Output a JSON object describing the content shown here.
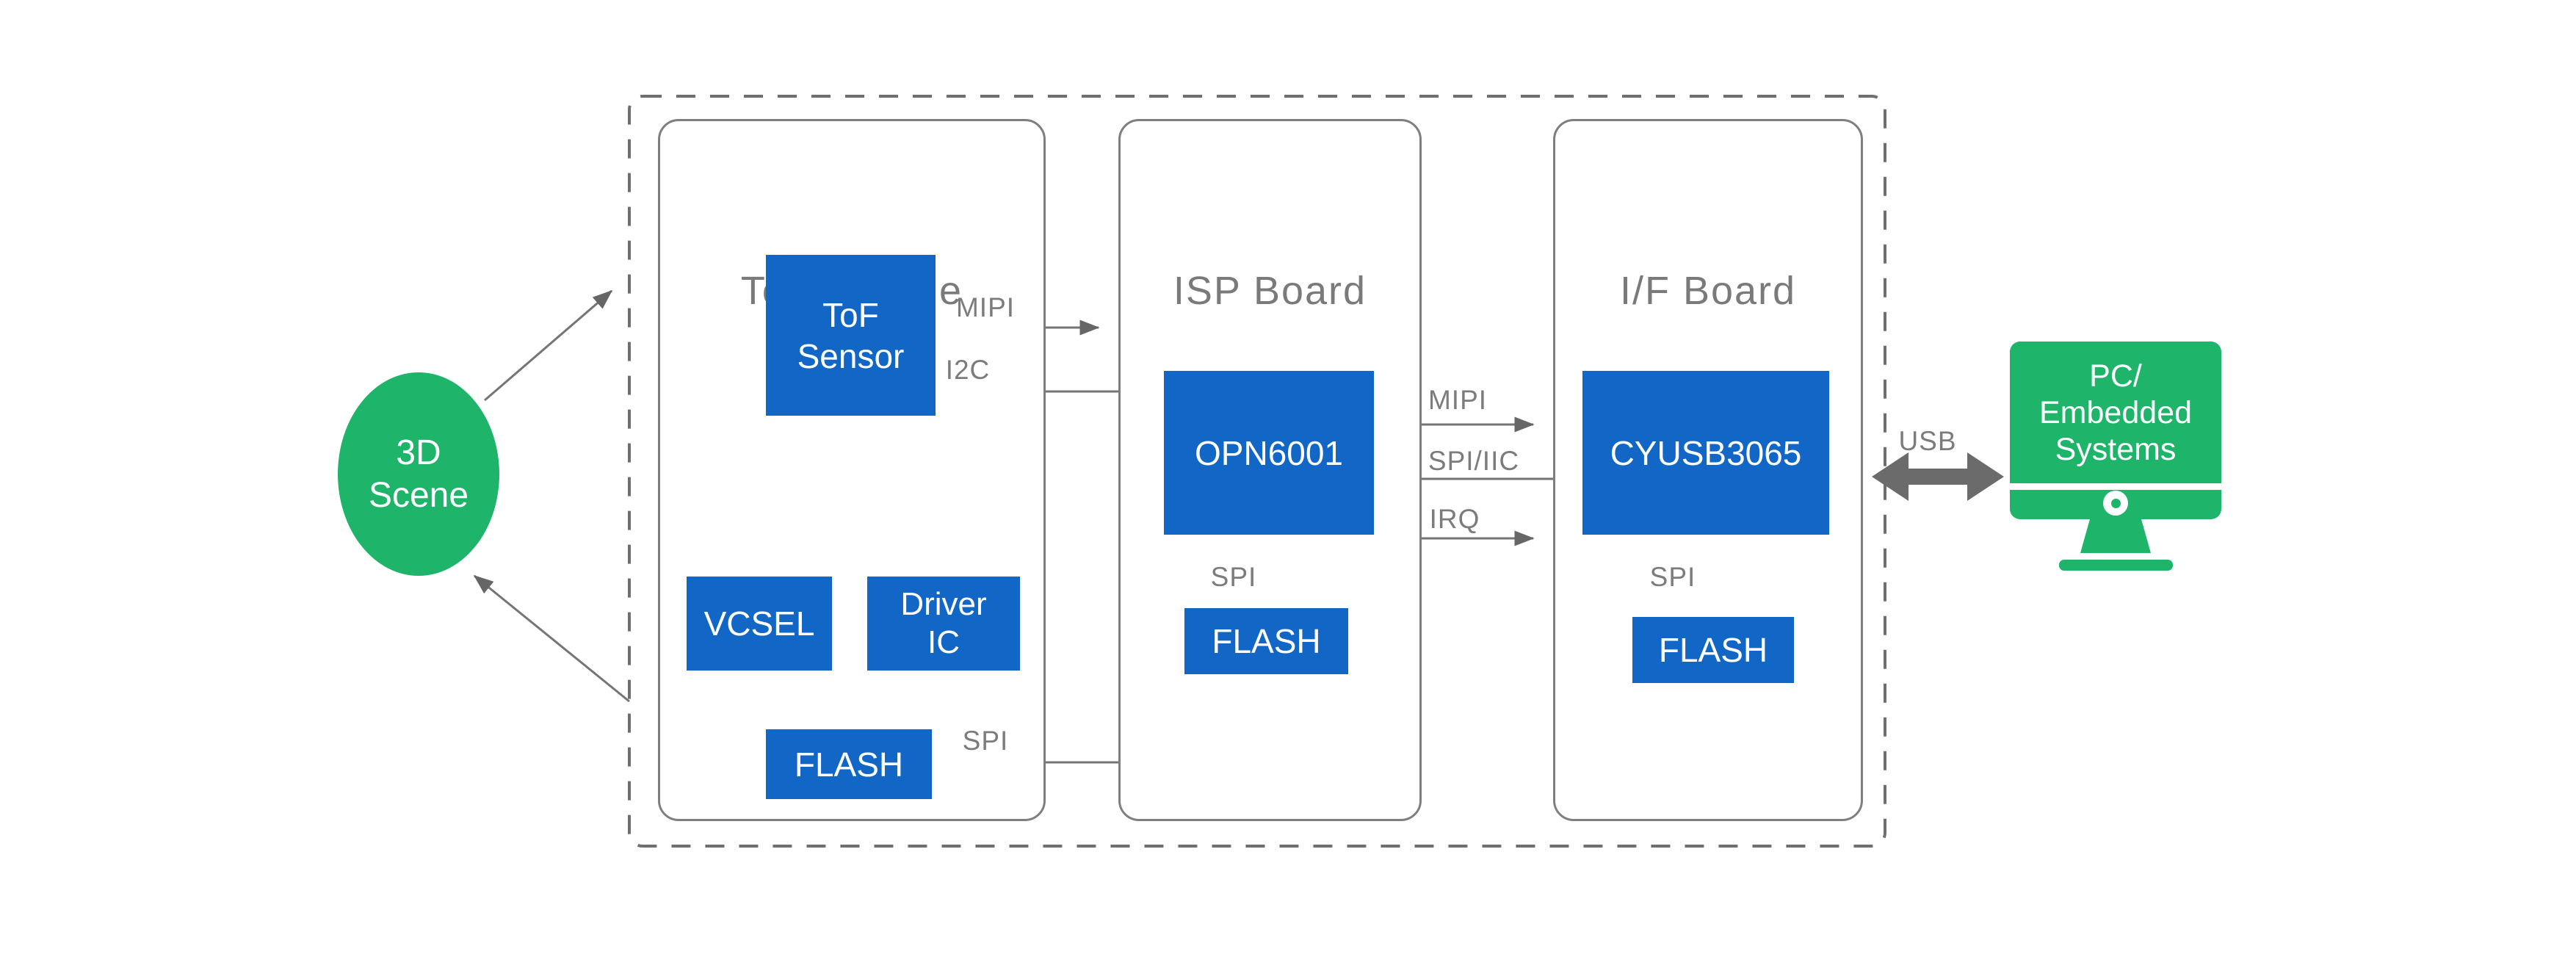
{
  "colors": {
    "blue": "#1267c6",
    "green": "#1eb469",
    "wire": "#757575",
    "border": "#7f7f7f",
    "dash": "#6f6f6f",
    "label": "#7c7c7c",
    "title": "#7a7a7a",
    "arrowhead": "#666666",
    "usb": "#6b6b6b"
  },
  "scene": {
    "line1": "3D",
    "line2": "Scene"
  },
  "boards": {
    "tof": {
      "title": "ToF Module",
      "sensor": {
        "line1": "ToF",
        "line2": "Sensor"
      },
      "vcsel": "VCSEL",
      "driver": {
        "line1": "Driver",
        "line2": "IC"
      },
      "flash": "FLASH"
    },
    "isp": {
      "title": "ISP Board",
      "chip": "OPN6001",
      "flash": "FLASH"
    },
    "ifb": {
      "title": "I/F Board",
      "chip": "CYUSB3065",
      "flash": "FLASH"
    }
  },
  "labels": {
    "mipi_sensor": "MIPI",
    "i2c": "I2C",
    "spi_tof": "SPI",
    "spi_isp": "SPI",
    "mipi_isp": "MIPI",
    "spi_iic": "SPI/IIC",
    "irq": "IRQ",
    "spi_if": "SPI",
    "usb": "USB"
  },
  "pc": {
    "line1": "PC/",
    "line2": "Embedded",
    "line3": "Systems"
  },
  "icons": {
    "lens": "lens-icon",
    "monitor": "monitor-icon",
    "arrows": [
      "scene-to-module-arrow",
      "module-to-scene-arrow",
      "usb-bidirectional-arrow"
    ]
  }
}
